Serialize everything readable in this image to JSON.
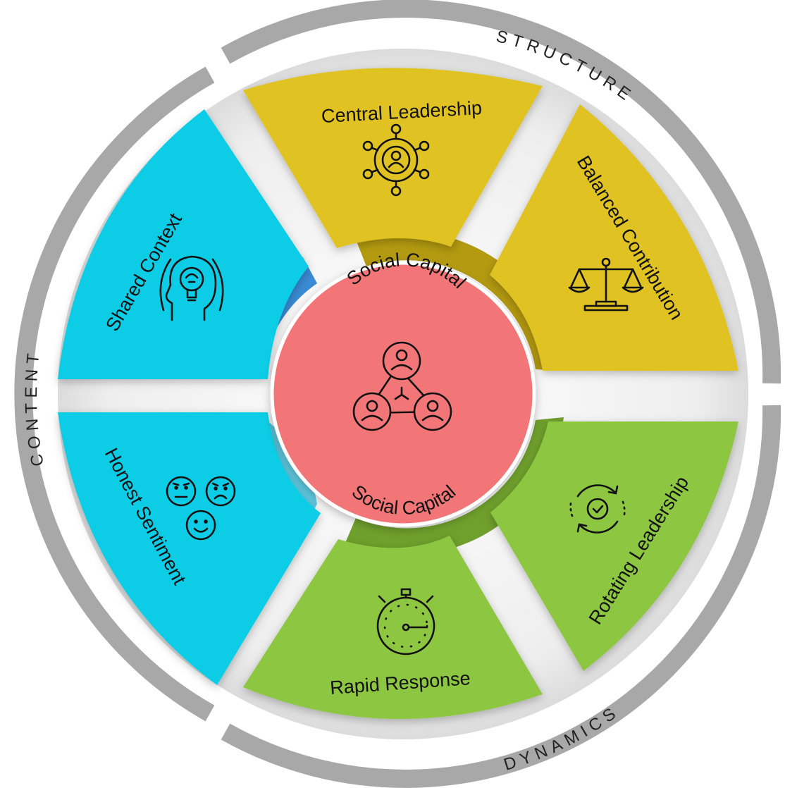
{
  "diagram": {
    "ring_groups": {
      "structure": "STRUCTURE",
      "dynamics": "DYNAMICS",
      "content": "CONTENT"
    },
    "segments": {
      "central_leadership": "Central Leadership",
      "balanced_contribution": "Balanced Contribution",
      "rotating_leadership": "Rotating Leadership",
      "rapid_response": "Rapid Response",
      "honest_sentiment": "Honest Sentiment",
      "shared_context": "Shared Context"
    },
    "center": {
      "top_label": "Social Capital",
      "bottom_label": "Social Capital"
    },
    "colors": {
      "structure": "#E0C224",
      "dynamics": "#8DC63F",
      "content": "#1CCBE6",
      "center": "#F27677",
      "outer_ring": "#A8A8A8"
    },
    "icons": {
      "central_leadership": "network-person-icon",
      "balanced_contribution": "balance-scale-icon",
      "rotating_leadership": "rotate-check-icon",
      "rapid_response": "stopwatch-icon",
      "honest_sentiment": "emoji-faces-icon",
      "shared_context": "head-lightbulb-icon",
      "center": "people-triangle-icon"
    }
  }
}
